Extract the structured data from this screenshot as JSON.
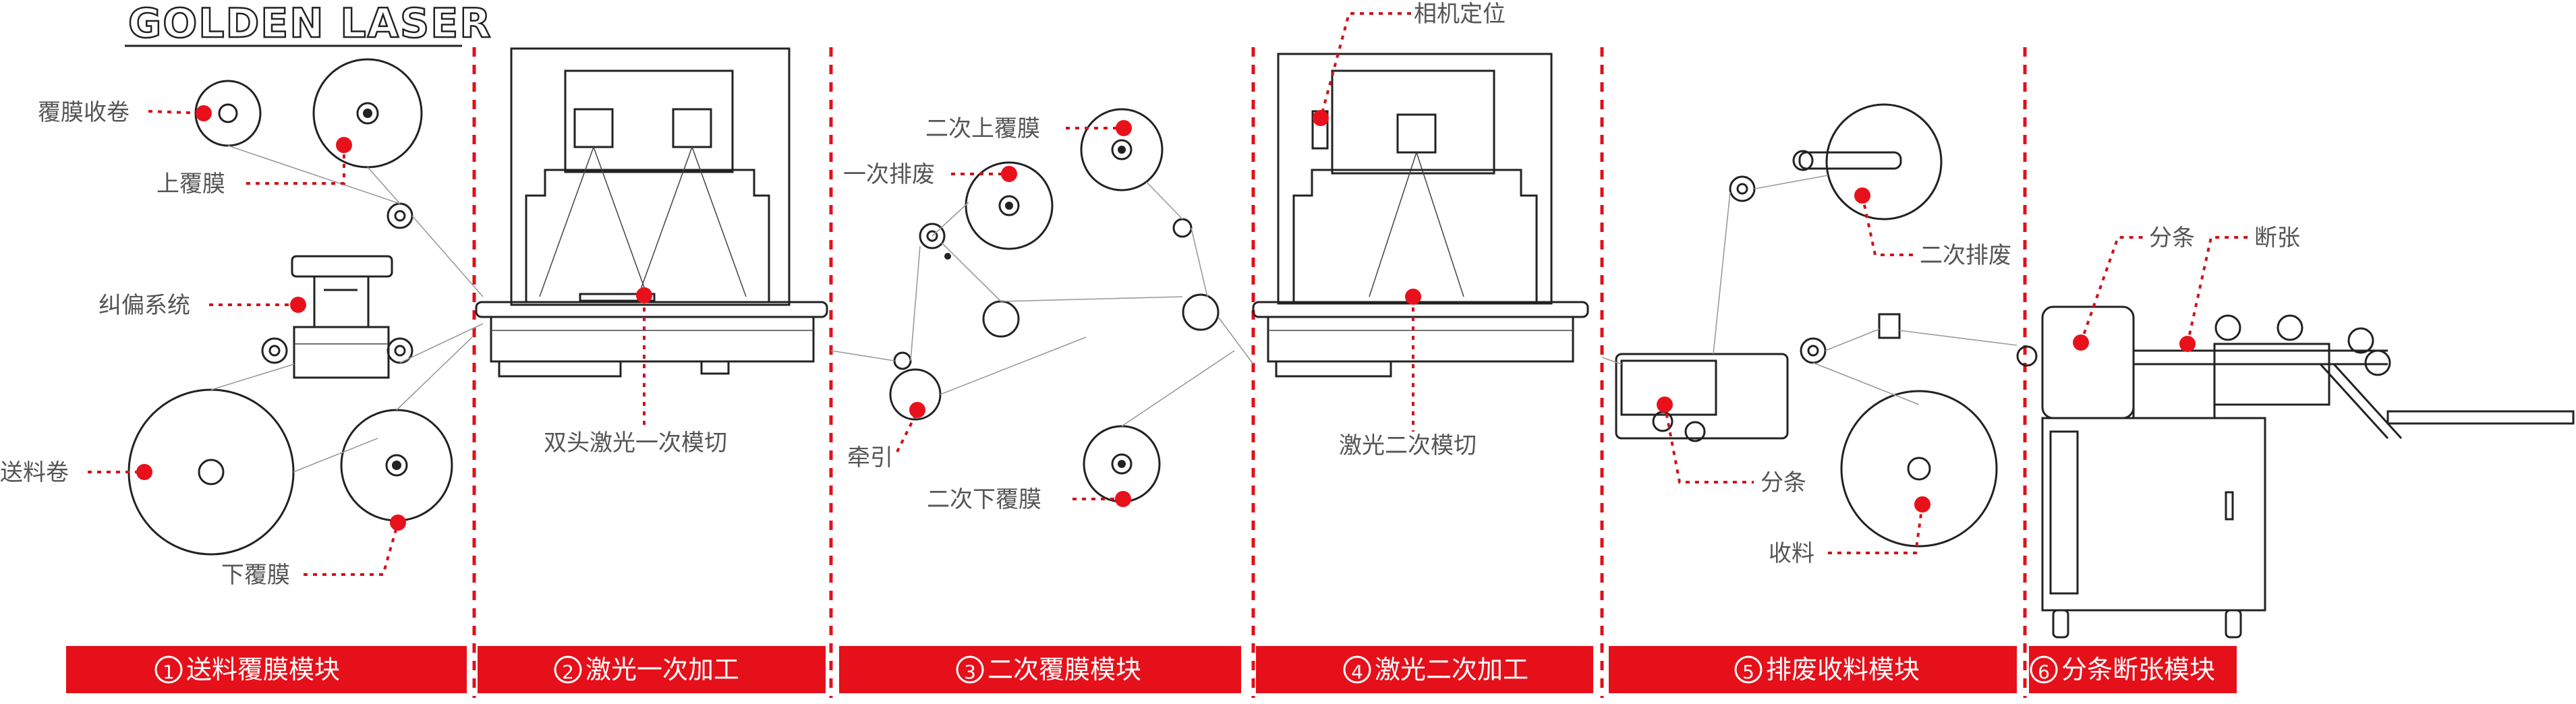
{
  "logo": {
    "text": "GOLDEN LASER"
  },
  "colors": {
    "accent": "#e0101a",
    "module_bar": "#e5101a",
    "line": "#222222",
    "label": "#555555"
  },
  "labels": {
    "film_rewind": "覆膜收卷",
    "upper_film": "上覆膜",
    "correction_system": "纠偏系统",
    "feed_roll": "送料卷",
    "lower_film": "下覆膜",
    "dual_head_die_cut": "双头激光一次模切",
    "second_upper_film": "二次上覆膜",
    "first_waste": "一次排废",
    "traction": "牵引",
    "second_lower_film": "二次下覆膜",
    "camera_positioning": "相机定位",
    "laser_second_die_cut": "激光二次模切",
    "second_waste": "二次排废",
    "slitting_a": "分条",
    "receiving": "收料",
    "slitting_b": "分条",
    "breaking": "断张"
  },
  "modules": [
    {
      "num": "1",
      "label": "送料覆膜模块"
    },
    {
      "num": "2",
      "label": "激光一次加工"
    },
    {
      "num": "3",
      "label": "二次覆膜模块"
    },
    {
      "num": "4",
      "label": "激光二次加工"
    },
    {
      "num": "5",
      "label": "排废收料模块"
    },
    {
      "num": "6",
      "label": "分条断张模块"
    }
  ]
}
